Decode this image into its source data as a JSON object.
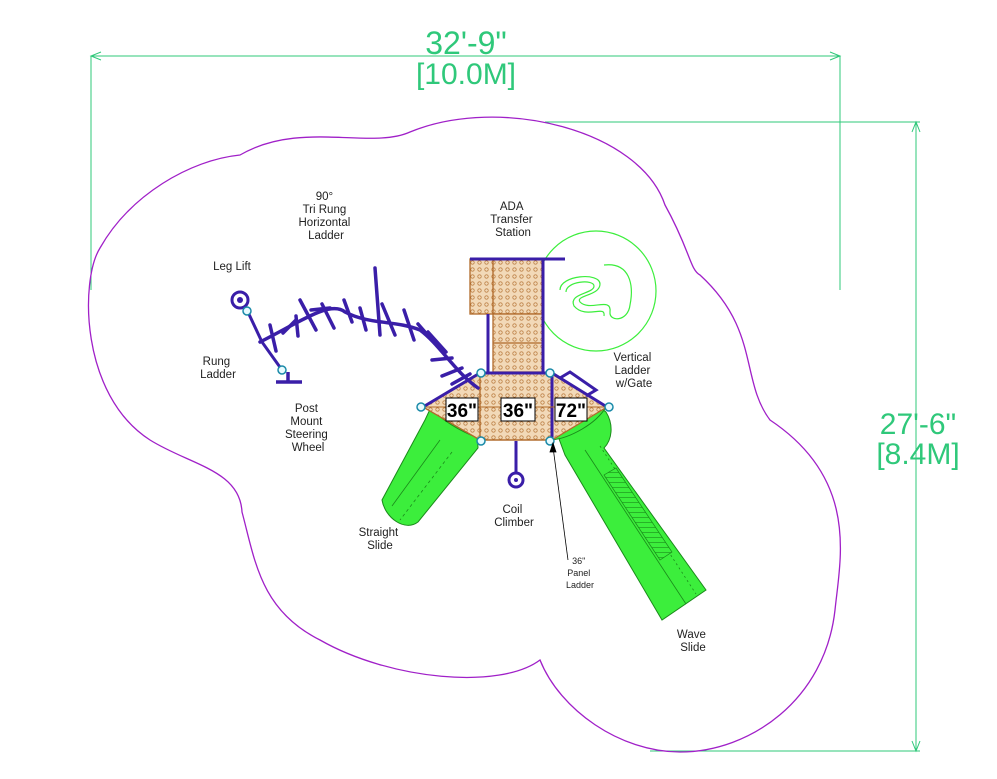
{
  "dimensions": {
    "width_ft": "32'-9\"",
    "width_m": "[10.0M]",
    "depth_ft": "27'-6\"",
    "depth_m": "[8.4M]"
  },
  "labels": {
    "tri_rung": [
      "90°",
      "Tri Rung",
      "Horizontal",
      "Ladder"
    ],
    "ada": [
      "ADA",
      "Transfer",
      "Station"
    ],
    "leg_lift": [
      "Leg Lift"
    ],
    "rung_ladder": [
      "Rung",
      "Ladder"
    ],
    "steering_wheel": [
      "Post",
      "Mount",
      "Steering",
      "Wheel"
    ],
    "vertical_ladder": [
      "Vertical",
      "Ladder",
      "w/Gate"
    ],
    "coil_climber": [
      "Coil",
      "Climber"
    ],
    "straight_slide": [
      "Straight",
      "Slide"
    ],
    "wave_slide": [
      "Wave",
      "Slide"
    ],
    "panel_ladder": [
      "36\"",
      "Panel",
      "Ladder"
    ]
  },
  "decks": [
    "36\"",
    "36\"",
    "72\""
  ],
  "colors": {
    "dimension": "#2fc87a",
    "boundary": "#a020c8",
    "structure": "#3a1ea8",
    "slide": "#3cee3c",
    "deck_fill": "#e8c9a0",
    "deck_outline": "#b06a2a"
  }
}
